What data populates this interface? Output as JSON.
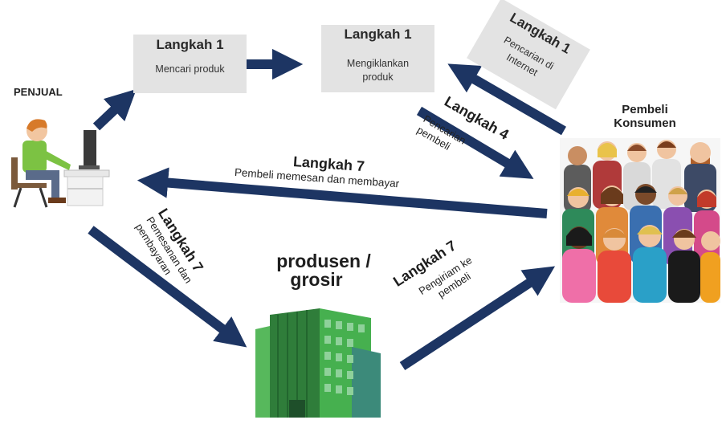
{
  "seller": {
    "label": "PENJUAL"
  },
  "buyer": {
    "label_line1": "Pembeli",
    "label_line2": "Konsumen"
  },
  "producer": {
    "label_line1": "produsen /",
    "label_line2": "grosir"
  },
  "box_search_product": {
    "step": "Langkah 1",
    "desc": "Mencari produk"
  },
  "box_advertise": {
    "step": "Langkah 1",
    "desc_line1": "Mengiklankan",
    "desc_line2": "produk"
  },
  "box_internet_search": {
    "step": "Langkah 1",
    "desc_line1": "Pencarian di",
    "desc_line2": "Internet"
  },
  "step_buyer_search": {
    "step": "Langkah 4",
    "desc_line1": "Pencarian",
    "desc_line2": "pembeli"
  },
  "step_buyer_order": {
    "step": "Langkah 7",
    "desc": "Pembeli memesan dan membayar"
  },
  "step_order_payment": {
    "step": "Langkah 7",
    "desc_line1": "Pemesanan dan",
    "desc_line2": "pembayaran"
  },
  "step_delivery": {
    "step": "Langkah 7",
    "desc_line1": "Pengiriam ke",
    "desc_line2": "pembeli"
  },
  "colors": {
    "arrow": "#1d3563",
    "box": "#e3e3e3",
    "building": "#3fa34d",
    "glass": "#3c8a7a"
  }
}
